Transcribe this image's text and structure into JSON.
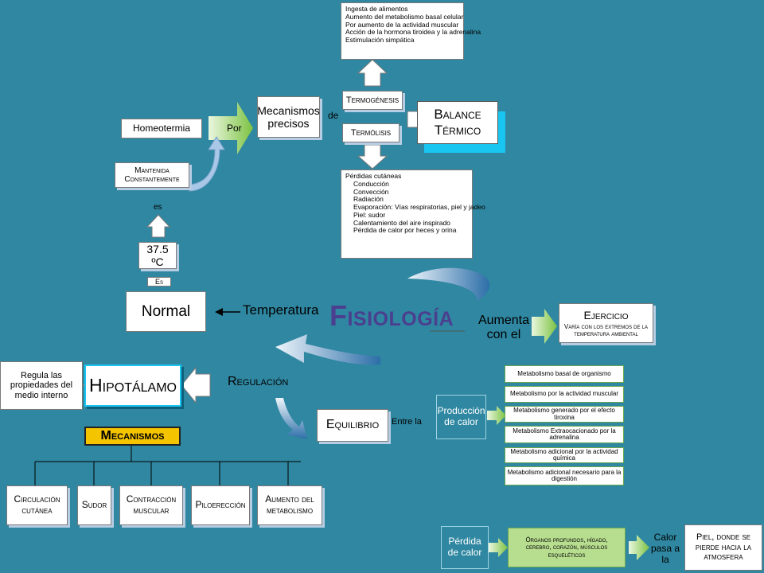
{
  "termogenesis": {
    "label": "Termogénesis",
    "items": [
      "Ingesta de alimentos",
      "Aumento del metabolismo basal celular",
      " Por aumento de la actividad muscular",
      "Acción de la hormona tiroidea y la adrenalina",
      " Estimulación simpática"
    ]
  },
  "termolisis": {
    "label": "Termólisis",
    "items": [
      "Pérdidas cutáneas",
      "Conducción",
      "Convección",
      "Radiación",
      "Evaporación: Vías respiratorias, piel y jadeo",
      "Piel: sudor",
      "Calentamiento del aire inspirado",
      "Pérdida de calor por heces y orina"
    ]
  },
  "balance": "Balance Térmico",
  "mecanismos_precisos": "Mecanismos precisos",
  "de": "de",
  "homeotermia": "Homeotermia",
  "por": "Por",
  "mantenida": "Mantenida Constantemente",
  "es_lower": "es",
  "temp_value": "37.5 ºC",
  "es_box": "Es",
  "normal": "Normal",
  "temperatura": "Temperatura",
  "fisiologia": "Fisiología",
  "aumenta": "Aumenta con el",
  "ejercicio": {
    "title": "Ejercicio",
    "sub": "Varía con los extremos de la temperatura ambiental"
  },
  "regula": "Regula las propiedades del medio interno",
  "hipotalamo": "Hipotálamo",
  "regulacion": "Regulación",
  "mecanismos": "Mecanismos",
  "equilibrio": "Equilibrio",
  "entre_la": "Entre la",
  "produccion": "Producción de calor",
  "metabolismo": [
    "Metabolismo basal de organismo",
    "Metabolismo por la actividad muscular",
    "Metabolismo generado por el efecto tiroxina",
    "Metabolismo Extraocacionado por la adrenalina",
    "Metabolismo adicional por la actividad química",
    "Metabolismo adicional necesario para la digestión"
  ],
  "mech_items": [
    "Circulación cutánea",
    "Sudor",
    "Contracción muscular",
    "Piloerección",
    "Aumento del metabolismo"
  ],
  "perdida": "Pérdida de calor",
  "organos": "Órganos profundos, hígado, cerebro, corazón, músculos esqueléticos",
  "calor_pasa": "Calor pasa a la",
  "piel": "Piel, donde se pierde hacia la atmosfera",
  "colors": {
    "background": "#2f87a1",
    "accent": "#f5c400",
    "title": "#4b3f8f",
    "green": "#b7dd8f"
  }
}
